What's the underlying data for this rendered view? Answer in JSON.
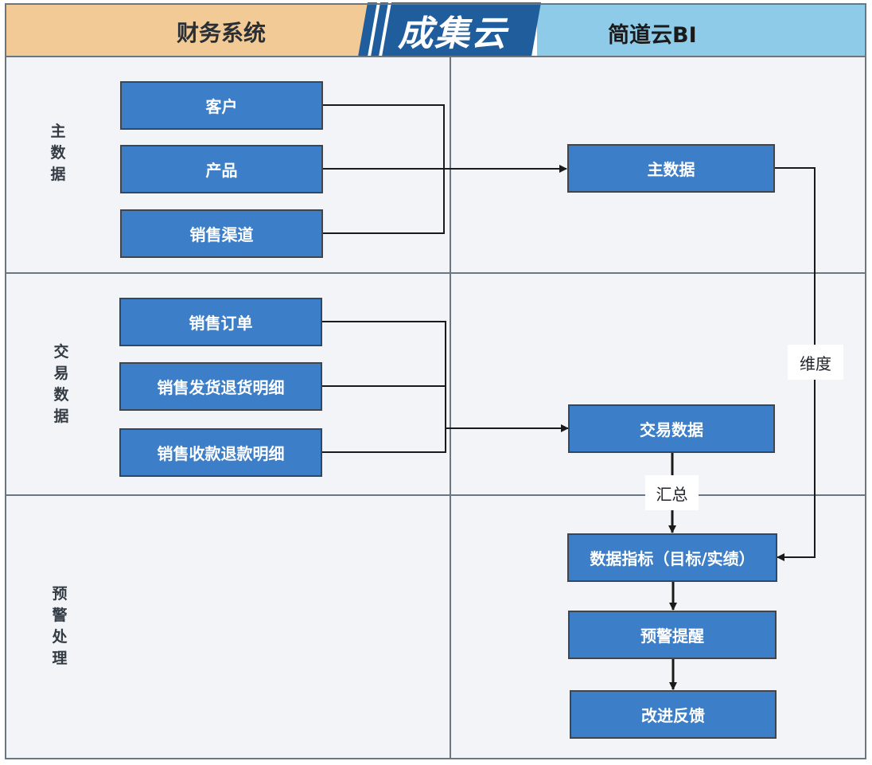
{
  "header": {
    "left_title": "财务系统",
    "brand": "成集云",
    "right_title": "简道云BI"
  },
  "lanes": {
    "master": [
      "主",
      "数",
      "据"
    ],
    "transaction": [
      "交",
      "易",
      "数",
      "据"
    ],
    "alert": [
      "预",
      "警",
      "处",
      "理"
    ]
  },
  "finance_nodes": {
    "customer": "客户",
    "product": "产品",
    "sales_channel": "销售渠道",
    "sales_order": "销售订单",
    "shipment_return": "销售发货退货明细",
    "receipt_refund": "销售收款退款明细"
  },
  "bi_nodes": {
    "master_data": "主数据",
    "transaction_data": "交易数据",
    "metrics": "数据指标（目标/实绩）",
    "alert": "预警提醒",
    "improve": "改进反馈"
  },
  "edge_labels": {
    "dimension": "维度",
    "aggregate": "汇总"
  },
  "colors": {
    "left_header": "#f1ca95",
    "brand_bg": "#1f5d9c",
    "right_header": "#8ecbe9",
    "node_fill": "#3c7ec8",
    "lane_bg": "#f2f4f7"
  }
}
